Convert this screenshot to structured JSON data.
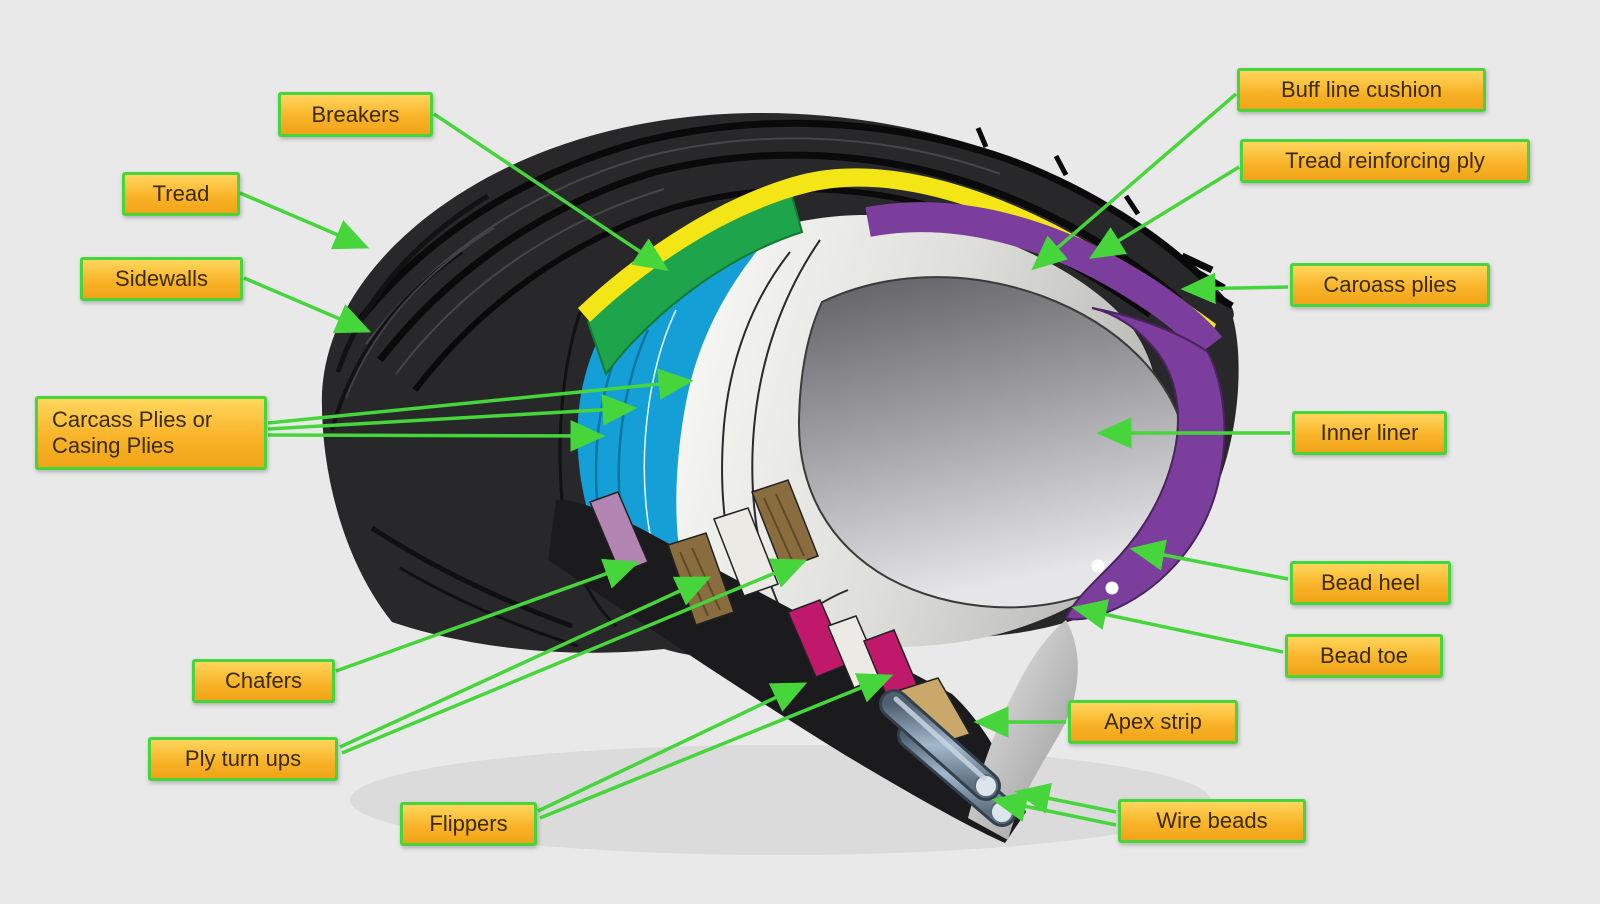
{
  "colors": {
    "background": "#e9e9e9",
    "label_fill": "#f7b32b",
    "label_border": "#46d53b",
    "label_text": "#3a2b00",
    "arrow": "#46d53b",
    "tire_black": "#28282a",
    "tread_yellow": "#f3e516",
    "breaker_green": "#1ea44a",
    "carcass_blue": "#14a0d6",
    "inner_liner_purple": "#7b3e9c",
    "ply_white": "#f0f0ec",
    "chafer_brown": "#8a6d3f",
    "flipper_magenta": "#c0196c",
    "apex_tan": "#c9a86a",
    "wire_bead_steel": "#8fa6bc"
  },
  "labels": {
    "breakers": {
      "text": "Breakers"
    },
    "tread": {
      "text": "Tread"
    },
    "sidewalls": {
      "text": "Sidewalls"
    },
    "carcass_plies": {
      "text": "Carcass Plies or Casing Plies"
    },
    "chafers": {
      "text": "Chafers"
    },
    "ply_turn_ups": {
      "text": "Ply turn ups"
    },
    "flippers": {
      "text": "Flippers"
    },
    "buff_line_cushion": {
      "text": "Buff line cushion"
    },
    "tread_reinforcing_ply": {
      "text": "Tread reinforcing ply"
    },
    "caroass_plies": {
      "text": "Caroass plies"
    },
    "inner_liner": {
      "text": "Inner liner"
    },
    "bead_heel": {
      "text": "Bead heel"
    },
    "bead_toe": {
      "text": "Bead toe"
    },
    "apex_strip": {
      "text": "Apex strip"
    },
    "wire_beads": {
      "text": "Wire beads"
    }
  }
}
